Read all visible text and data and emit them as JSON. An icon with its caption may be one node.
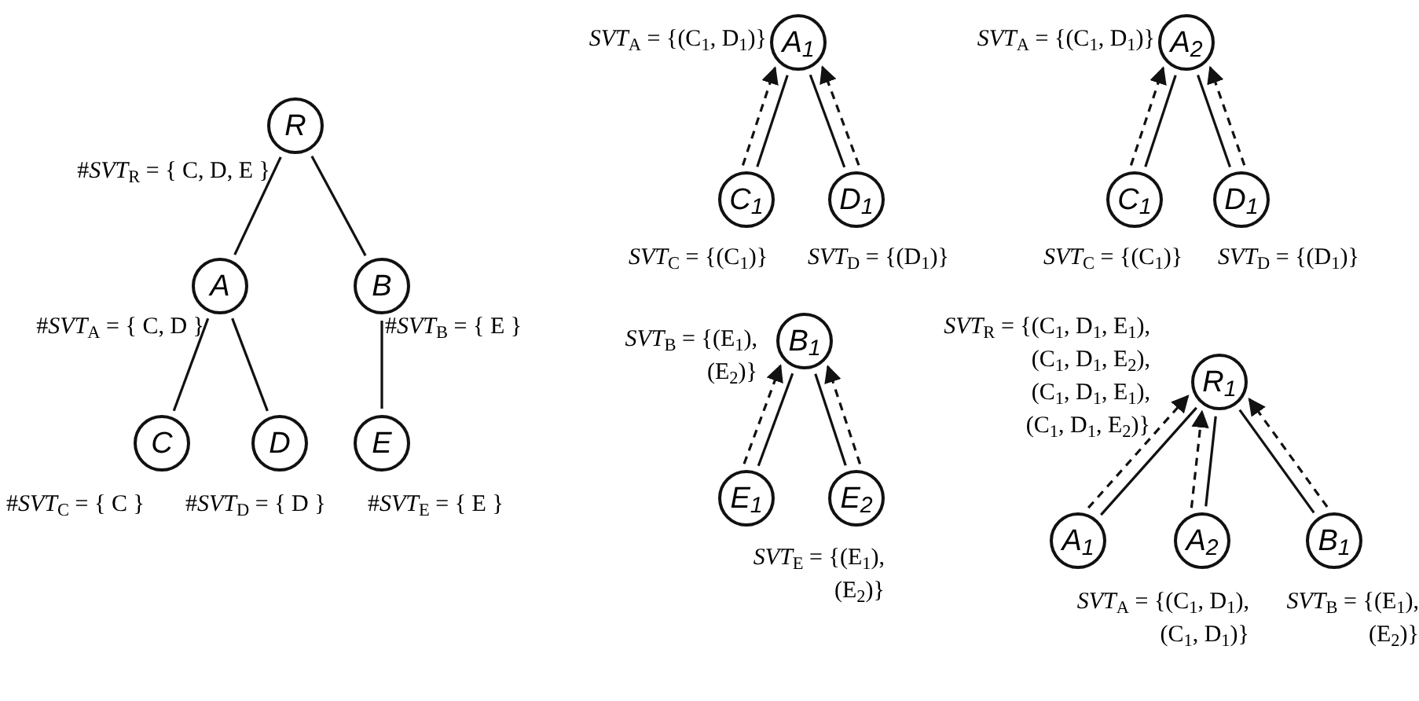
{
  "diagram": {
    "nodes": [
      {
        "text": [
          "R"
        ],
        "beside": [
          "#*SVT*$_{R}$ = { C, D, E }"
        ]
      },
      {
        "text": [
          "A"
        ],
        "beside": [
          "#*SVT*$_{A}$ = { C, D }"
        ]
      },
      {
        "text": [
          "B"
        ],
        "beside": [
          "#*SVT*$_{B}$ = { E }"
        ]
      },
      {
        "text": [
          "C"
        ],
        "beside": [
          "#*SVT*$_{C}$ = { C }"
        ]
      },
      {
        "text": [
          "D"
        ],
        "beside": [
          "#*SVT*$_{D}$ = { D }"
        ]
      },
      {
        "text": [
          "E"
        ],
        "beside": [
          "#*SVT*$_{E}$ = { E }"
        ]
      },
      {
        "text": [
          "A$_{1}$"
        ],
        "beside": [
          "*SVT*$_{A}$ = {(C$_{1}$, D$_{1}$)}"
        ]
      },
      {
        "text": [
          "C$_{1}$"
        ],
        "beside": [
          "*SVT*$_{C}$ = {(C$_{1}$)}"
        ]
      },
      {
        "text": [
          "D$_{1}$"
        ],
        "beside": [
          "*SVT*$_{D}$ = {(D$_{1}$)}"
        ]
      },
      {
        "text": [
          "A$_{2}$"
        ],
        "beside": [
          "*SVT*$_{A}$ = {(C$_{1}$, D$_{1}$)}"
        ]
      },
      {
        "text": [
          "C$_{1}$"
        ],
        "beside": [
          "*SVT*$_{C}$ = {(C$_{1}$)}"
        ]
      },
      {
        "text": [
          "D$_{1}$"
        ],
        "beside": [
          "*SVT*$_{D}$ = {(D$_{1}$)}"
        ]
      },
      {
        "text": [
          "B$_{1}$"
        ],
        "beside": [
          "*SVT*$_{B}$ = {(E$_{1}$), (E$_{2}$)}"
        ]
      },
      {
        "text": [
          "E$_{1}$"
        ],
        "beside": [
          "*SVT*$_{E}$ = {(E$_{1}$), (E$_{2}$)}"
        ]
      },
      {
        "text": [
          "E$_{2}$"
        ]
      },
      {
        "text": [
          "R$_{1}$"
        ],
        "beside": [
          "*SVT*$_{R}$ = {(C$_{1}$, D$_{1}$, E$_{1}$), (C$_{1}$, D$_{1}$, E$_{2}$), (C$_{1}$, D$_{1}$, E$_{1}$), (C$_{1}$, D$_{1}$, E$_{2}$)}"
        ]
      },
      {
        "text": [
          "A$_{1}$"
        ],
        "beside": [
          "*SVT*$_{A}$ = {(C$_{1}$, D$_{1}$), (C$_{1}$, D$_{1}$)}"
        ]
      },
      {
        "text": [
          "A$_{2}$"
        ]
      },
      {
        "text": [
          "B$_{1}$"
        ],
        "beside": [
          "*SVT*$_{B}$ = {(E$_{1}$), (E$_{2}$)}"
        ]
      }
    ],
    "edges": [
      {
        "from": 0,
        "to": 1,
        "arrow": "none"
      },
      {
        "from": 0,
        "to": 2,
        "arrow": "none"
      },
      {
        "from": 1,
        "to": 3,
        "arrow": "none"
      },
      {
        "from": 1,
        "to": 4,
        "arrow": "none"
      },
      {
        "from": 2,
        "to": 5,
        "arrow": "none"
      },
      {
        "from": 6,
        "to": 7,
        "arrow": "none"
      },
      {
        "from": 6,
        "to": 8,
        "arrow": "none"
      },
      {
        "from": 7,
        "to": 6,
        "arrow": "to",
        "style": "dashed"
      },
      {
        "from": 8,
        "to": 6,
        "arrow": "to",
        "style": "dashed"
      },
      {
        "from": 9,
        "to": 10,
        "arrow": "none"
      },
      {
        "from": 9,
        "to": 11,
        "arrow": "none"
      },
      {
        "from": 10,
        "to": 9,
        "arrow": "to",
        "style": "dashed"
      },
      {
        "from": 11,
        "to": 9,
        "arrow": "to",
        "style": "dashed"
      },
      {
        "from": 12,
        "to": 13,
        "arrow": "none"
      },
      {
        "from": 12,
        "to": 14,
        "arrow": "none"
      },
      {
        "from": 13,
        "to": 12,
        "arrow": "to",
        "style": "dashed"
      },
      {
        "from": 14,
        "to": 12,
        "arrow": "to",
        "style": "dashed"
      },
      {
        "from": 15,
        "to": 16,
        "arrow": "none"
      },
      {
        "from": 15,
        "to": 17,
        "arrow": "none"
      },
      {
        "from": 15,
        "to": 18,
        "arrow": "none"
      },
      {
        "from": 16,
        "to": 15,
        "arrow": "to",
        "style": "dashed"
      },
      {
        "from": 17,
        "to": 15,
        "arrow": "to",
        "style": "dashed"
      },
      {
        "from": 18,
        "to": 15,
        "arrow": "to",
        "style": "dashed"
      }
    ]
  }
}
